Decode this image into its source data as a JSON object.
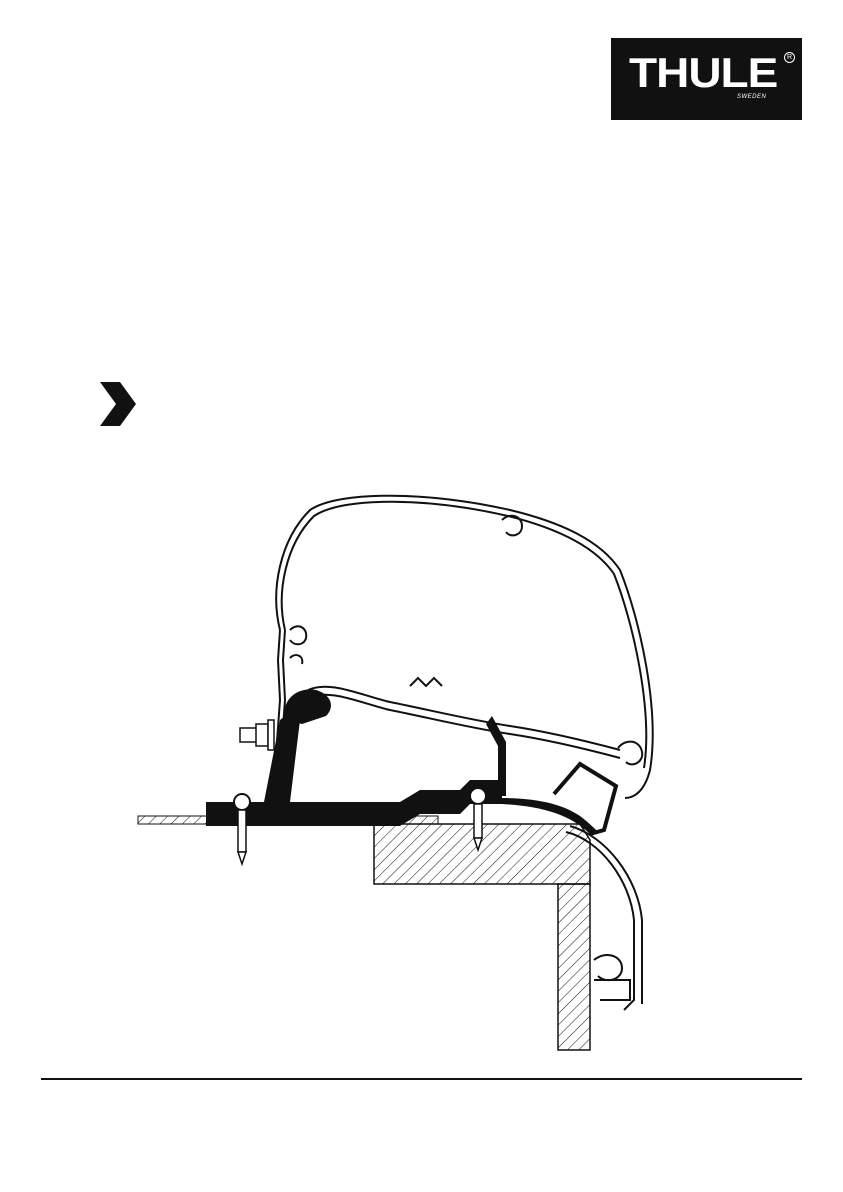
{
  "brand": {
    "name": "THULE",
    "tagline": "SWEDEN",
    "registered_mark": "R"
  },
  "icons": {
    "step_marker": "chevron-right-icon"
  },
  "colors": {
    "ink": "#111111",
    "paper": "#ffffff"
  }
}
